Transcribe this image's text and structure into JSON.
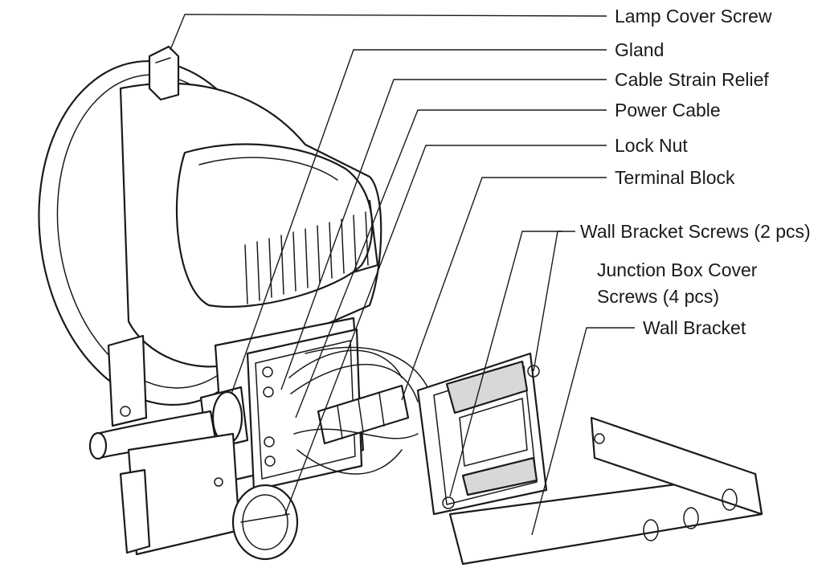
{
  "labels": [
    {
      "id": "lamp-cover-screw",
      "text": "Lamp Cover Screw"
    },
    {
      "id": "gland",
      "text": "Gland"
    },
    {
      "id": "cable-strain-relief",
      "text": "Cable Strain Relief"
    },
    {
      "id": "power-cable",
      "text": "Power Cable"
    },
    {
      "id": "lock-nut",
      "text": "Lock Nut"
    },
    {
      "id": "terminal-block",
      "text": "Terminal Block"
    },
    {
      "id": "wall-bracket-screws",
      "text": "Wall Bracket Screws (2 pcs)"
    },
    {
      "id": "junction-box-cover-screws-line1",
      "text": "Junction Box Cover"
    },
    {
      "id": "junction-box-cover-screws-line2",
      "text": "Screws (4 pcs)"
    },
    {
      "id": "wall-bracket",
      "text": "Wall Bracket"
    }
  ]
}
